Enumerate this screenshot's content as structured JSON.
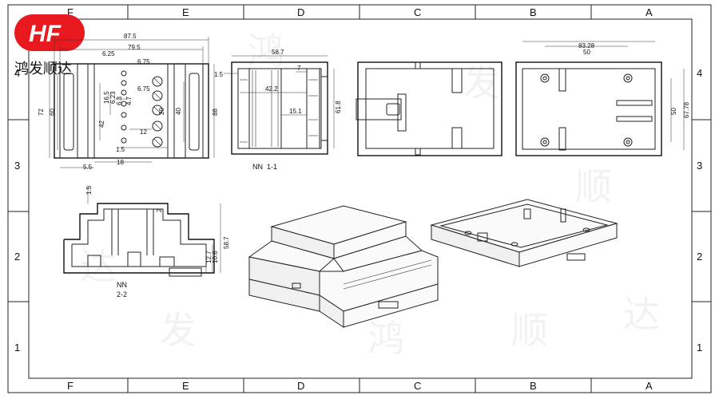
{
  "logo": {
    "text": "HF",
    "brand_color": "#e8191f"
  },
  "brand": {
    "name": "鸿发顺达"
  },
  "watermark": [
    "鸿",
    "发",
    "顺",
    "达",
    "鸿",
    "发",
    "顺",
    "达"
  ],
  "grid": {
    "columns_top": [
      "F",
      "E",
      "D",
      "C",
      "B",
      "A"
    ],
    "columns_bottom": [
      "F",
      "E",
      "D",
      "C",
      "B",
      "A"
    ],
    "rows_left": [
      "4",
      "3",
      "2",
      "1"
    ],
    "rows_right": [
      "4",
      "3",
      "2",
      "1"
    ]
  },
  "front_view": {
    "dims": {
      "overall_width": "87.5",
      "inner_width": "79.5",
      "top_625": "6.25",
      "top_675a": "6.75",
      "mid_675b": "6.75",
      "h72": "72",
      "h60": "60",
      "h165": "16.5",
      "h623": "6.23",
      "h63": "6.3",
      "h47": "4.7",
      "h20": "20",
      "h40": "40",
      "h88": "88",
      "h42": "42",
      "h12": "12",
      "w15": "1.5",
      "w18": "18",
      "w55": "5.5"
    }
  },
  "section_1_1": {
    "label_top": "NN",
    "label": "1-1",
    "dims": {
      "width": "58.7",
      "left15": "1.5",
      "d7": "7",
      "d422": "42.2",
      "d151": "15.1",
      "d618": "61.8"
    }
  },
  "top_view_right": {
    "dims": {
      "w8328": "83.28",
      "w50": "50",
      "h50": "50",
      "h6778": "67.78"
    }
  },
  "section_2_2": {
    "label_top": "NN",
    "label": "2-2",
    "dims": {
      "d15": "1.5",
      "d2": "2",
      "d587": "58.7",
      "d106": "10.6",
      "d127": "12.7"
    }
  }
}
